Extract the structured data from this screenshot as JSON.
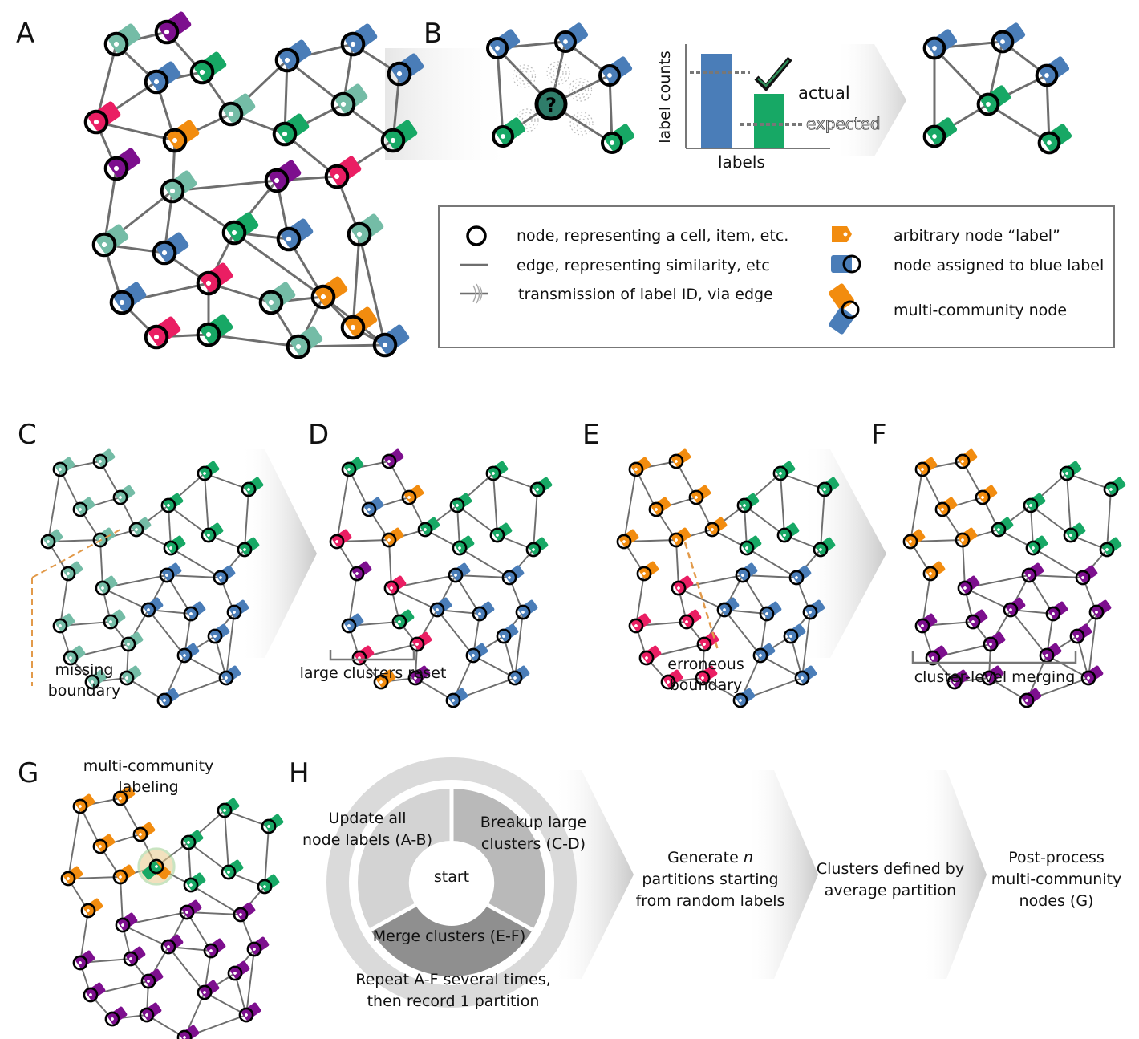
{
  "colors": {
    "teal": "#74bca6",
    "purple": "#7d0f8e",
    "blue": "#4a7db8",
    "green": "#17a865",
    "pink": "#ea1e63",
    "orange": "#f28c0f",
    "edge": "#6e6e6e",
    "node_stroke": "#000000",
    "boundary": "#e29a4a"
  },
  "panels": {
    "A": {
      "letter": "A"
    },
    "B": {
      "letter": "B",
      "unknown_node_symbol": "?",
      "chart": {
        "ylabel": "label counts",
        "xlabel": "labels",
        "actual_label": "actual",
        "expected_label": "expected",
        "check_symbol": "✔"
      }
    },
    "C": {
      "letter": "C",
      "caption_line1": "missing",
      "caption_line2": "boundary"
    },
    "D": {
      "letter": "D",
      "caption": "large clusters reset"
    },
    "E": {
      "letter": "E",
      "caption_line1": "erroneous",
      "caption_line2": "boundary"
    },
    "F": {
      "letter": "F",
      "caption": "cluster-level merging"
    },
    "G": {
      "letter": "G",
      "caption_line1": "multi-community",
      "caption_line2": "labeling"
    },
    "H": {
      "letter": "H",
      "cycle": {
        "center": "start",
        "step1_line1": "Update all",
        "step1_line2": "node labels (A-B)",
        "step2_line1": "Breakup large",
        "step2_line2": "clusters (C-D)",
        "step3": "Merge clusters (E-F)",
        "repeat_line1": "Repeat A-F several times,",
        "repeat_line2": "then record 1 partition"
      },
      "stage1_line1": "Generate",
      "stage1_n": "n",
      "stage1_line2": "partitions starting",
      "stage1_line3": "from random labels",
      "stage2_line1": "Clusters defined by",
      "stage2_line2": "average partition",
      "stage3_line1": "Post-process",
      "stage3_line2": "multi-community",
      "stage3_line3": "nodes (G)"
    }
  },
  "legend": {
    "node": "node, representing a cell, item, etc.",
    "edge": "edge, representing similarity, etc",
    "transmission": "transmission of label ID, via edge",
    "label": "arbitrary node “label”",
    "blue_node": "node assigned to blue label",
    "multi_node": "multi-community node"
  },
  "graph_A_labels": [
    "teal",
    "purple",
    "blue",
    "green",
    "pink",
    "orange",
    "purple",
    "teal",
    "blue",
    "blue",
    "blue",
    "teal",
    "green",
    "green",
    "teal",
    "purple",
    "pink",
    "teal",
    "blue",
    "green",
    "blue",
    "teal",
    "blue",
    "pink",
    "teal",
    "orange",
    "pink",
    "green",
    "orange",
    "teal",
    "blue"
  ],
  "graph_B_before": [
    "blue",
    "blue",
    "blue",
    "green",
    "green"
  ],
  "graph_B_after": [
    "blue",
    "blue",
    "blue",
    "green",
    "green",
    "green"
  ],
  "cluster_panels": {
    "C": [
      "teal",
      "teal",
      "teal",
      "teal",
      "teal",
      "teal",
      "teal",
      "teal",
      "green",
      "green",
      "green",
      "green",
      "green",
      "green",
      "teal",
      "blue",
      "blue",
      "teal",
      "teal",
      "blue",
      "blue",
      "blue",
      "teal",
      "teal",
      "blue",
      "blue",
      "teal",
      "teal",
      "blue",
      "blue"
    ],
    "D": [
      "green",
      "purple",
      "blue",
      "orange",
      "pink",
      "orange",
      "purple",
      "green",
      "green",
      "green",
      "green",
      "green",
      "green",
      "green",
      "pink",
      "blue",
      "blue",
      "blue",
      "green",
      "blue",
      "blue",
      "blue",
      "pink",
      "pink",
      "blue",
      "blue",
      "orange",
      "purple",
      "blue",
      "blue"
    ],
    "E": [
      "orange",
      "orange",
      "orange",
      "orange",
      "orange",
      "orange",
      "orange",
      "orange",
      "green",
      "green",
      "green",
      "green",
      "green",
      "green",
      "pink",
      "blue",
      "blue",
      "pink",
      "pink",
      "blue",
      "blue",
      "blue",
      "pink",
      "pink",
      "blue",
      "blue",
      "pink",
      "pink",
      "blue",
      "blue"
    ],
    "F": [
      "orange",
      "orange",
      "orange",
      "orange",
      "orange",
      "orange",
      "orange",
      "green",
      "green",
      "green",
      "green",
      "green",
      "green",
      "green",
      "purple",
      "purple",
      "purple",
      "purple",
      "purple",
      "purple",
      "purple",
      "purple",
      "purple",
      "purple",
      "purple",
      "purple",
      "purple",
      "purple",
      "purple",
      "purple"
    ],
    "G": [
      "orange",
      "orange",
      "orange",
      "orange",
      "orange",
      "orange",
      "orange",
      "orange+green",
      "green",
      "green",
      "green",
      "green",
      "green",
      "green",
      "purple",
      "purple",
      "purple",
      "purple",
      "purple",
      "purple",
      "purple",
      "purple",
      "purple",
      "purple",
      "purple",
      "purple",
      "purple",
      "purple",
      "purple",
      "purple"
    ]
  }
}
